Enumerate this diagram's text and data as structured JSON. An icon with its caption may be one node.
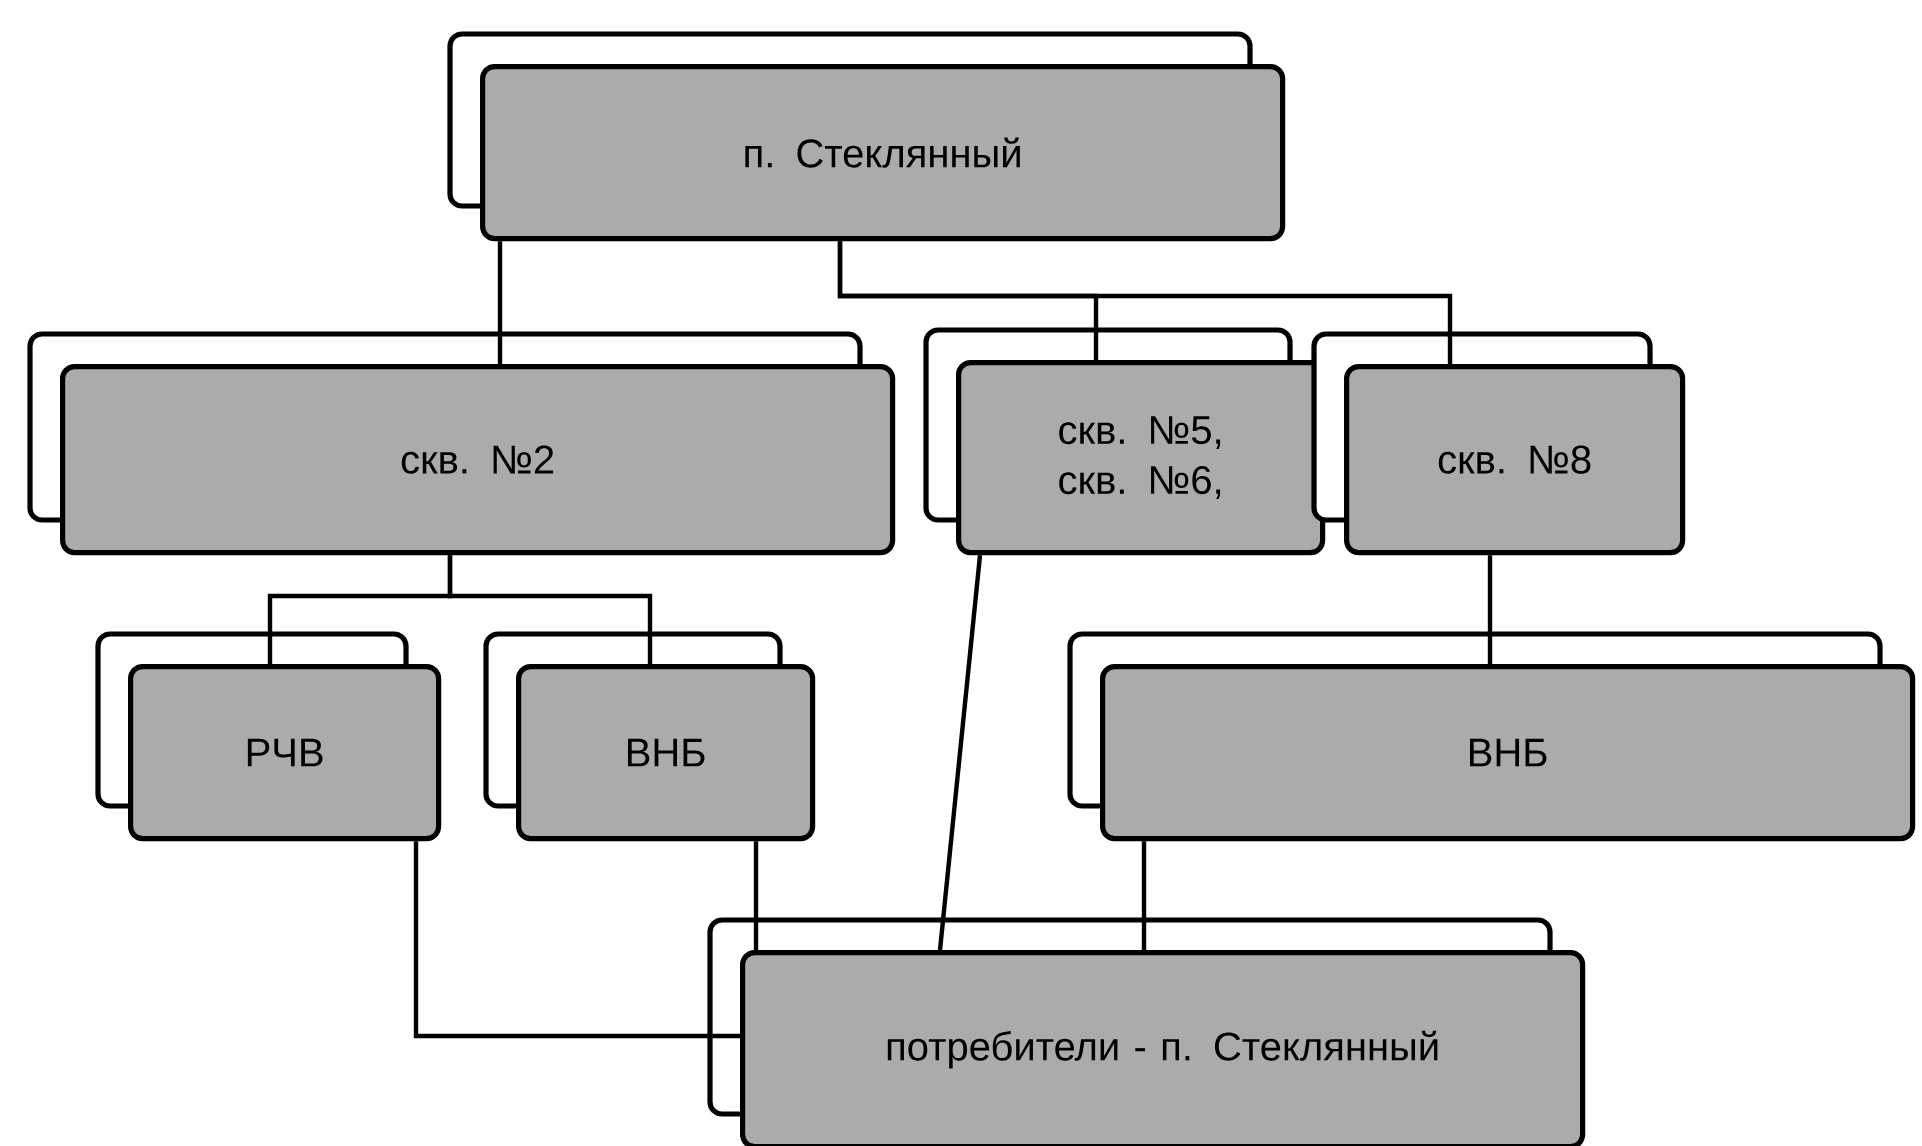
{
  "diagram": {
    "nodes": [
      {
        "text": [
          "п. Стеклянный"
        ]
      },
      {
        "text": [
          "скв. №2"
        ]
      },
      {
        "text": [
          "скв. №5, скв. №6,"
        ]
      },
      {
        "text": [
          "скв. №8"
        ]
      },
      {
        "text": [
          "РЧВ"
        ]
      },
      {
        "text": [
          "ВНБ"
        ]
      },
      {
        "text": [
          "ВНБ"
        ]
      },
      {
        "text": [
          "потребители - п. Стеклянный"
        ]
      }
    ],
    "edges": [
      {
        "from": 0,
        "to": 1,
        "arrow": "none"
      },
      {
        "from": 0,
        "to": 2,
        "arrow": "none"
      },
      {
        "from": 0,
        "to": 3,
        "arrow": "none"
      },
      {
        "from": 1,
        "to": 4,
        "arrow": "none"
      },
      {
        "from": 1,
        "to": 5,
        "arrow": "none"
      },
      {
        "from": 3,
        "to": 6,
        "arrow": "none"
      },
      {
        "from": 2,
        "to": 7,
        "arrow": "none"
      },
      {
        "from": 4,
        "to": 7,
        "arrow": "none"
      },
      {
        "from": 5,
        "to": 7,
        "arrow": "none"
      },
      {
        "from": 6,
        "to": 7,
        "arrow": "none"
      }
    ]
  }
}
